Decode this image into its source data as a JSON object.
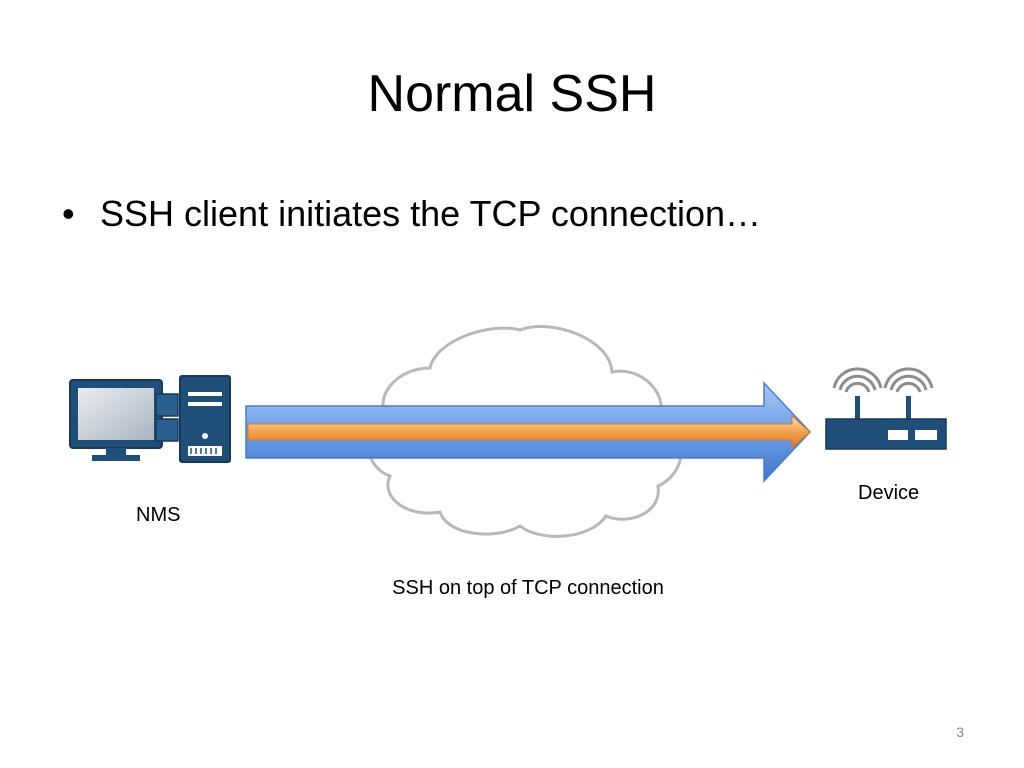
{
  "slide": {
    "title": "Normal SSH",
    "bullet_symbol": "•",
    "bullets": [
      "SSH client initiates the TCP connection…"
    ],
    "page_number": "3"
  },
  "diagram": {
    "nms_label": "NMS",
    "device_label": "Device",
    "caption": "SSH on top of TCP connection",
    "icons": [
      "computer-icon",
      "cloud-icon",
      "router-icon"
    ],
    "colors": {
      "device_navy": "#1f4e79",
      "arrow_blue": "#6d9eeb",
      "arrow_orange": "#f2a14a",
      "cloud_outline": "#b8b8b8"
    }
  }
}
